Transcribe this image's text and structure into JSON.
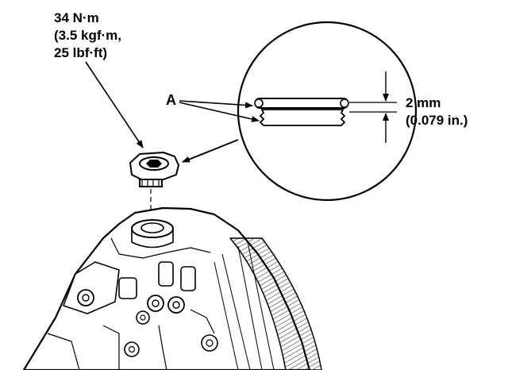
{
  "torque": {
    "line1": "34 N·m",
    "line2": "(3.5 kgf·m,",
    "line3": "25 lbf·ft)"
  },
  "callout_label": "A",
  "dimension": {
    "metric": "2 mm",
    "imperial": "(0.079 in.)"
  }
}
